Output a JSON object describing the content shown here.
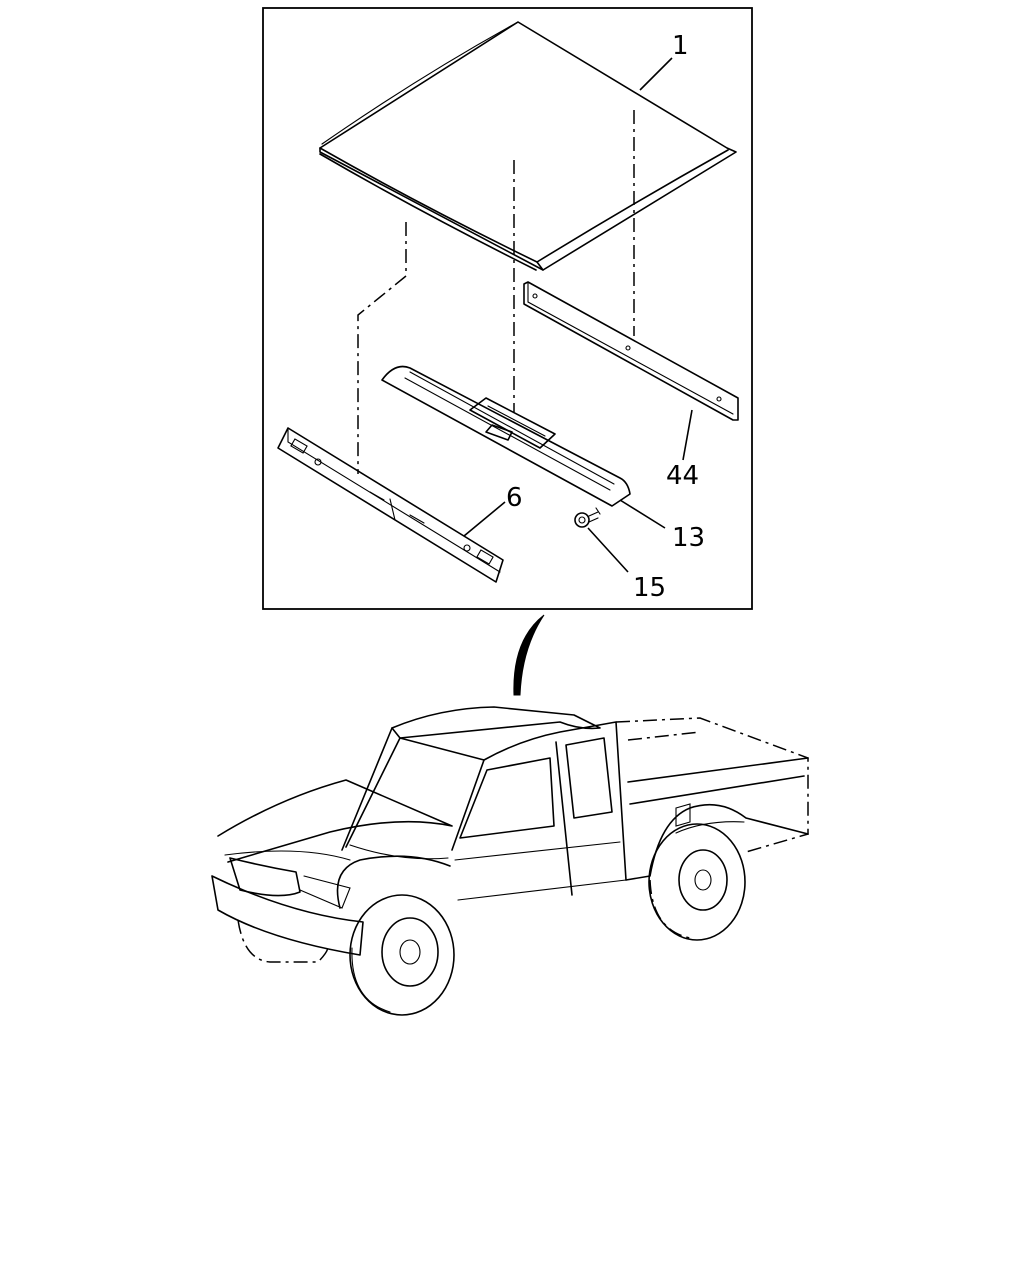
{
  "callouts": {
    "c1": "1",
    "c44": "44",
    "c6": "6",
    "c13": "13",
    "c15": "15"
  },
  "icons": [
    "roof-panel-icon",
    "roof-rail-rear-icon",
    "roof-bow-icon",
    "roof-rail-front-icon",
    "clip-icon",
    "pickup-truck-icon"
  ]
}
